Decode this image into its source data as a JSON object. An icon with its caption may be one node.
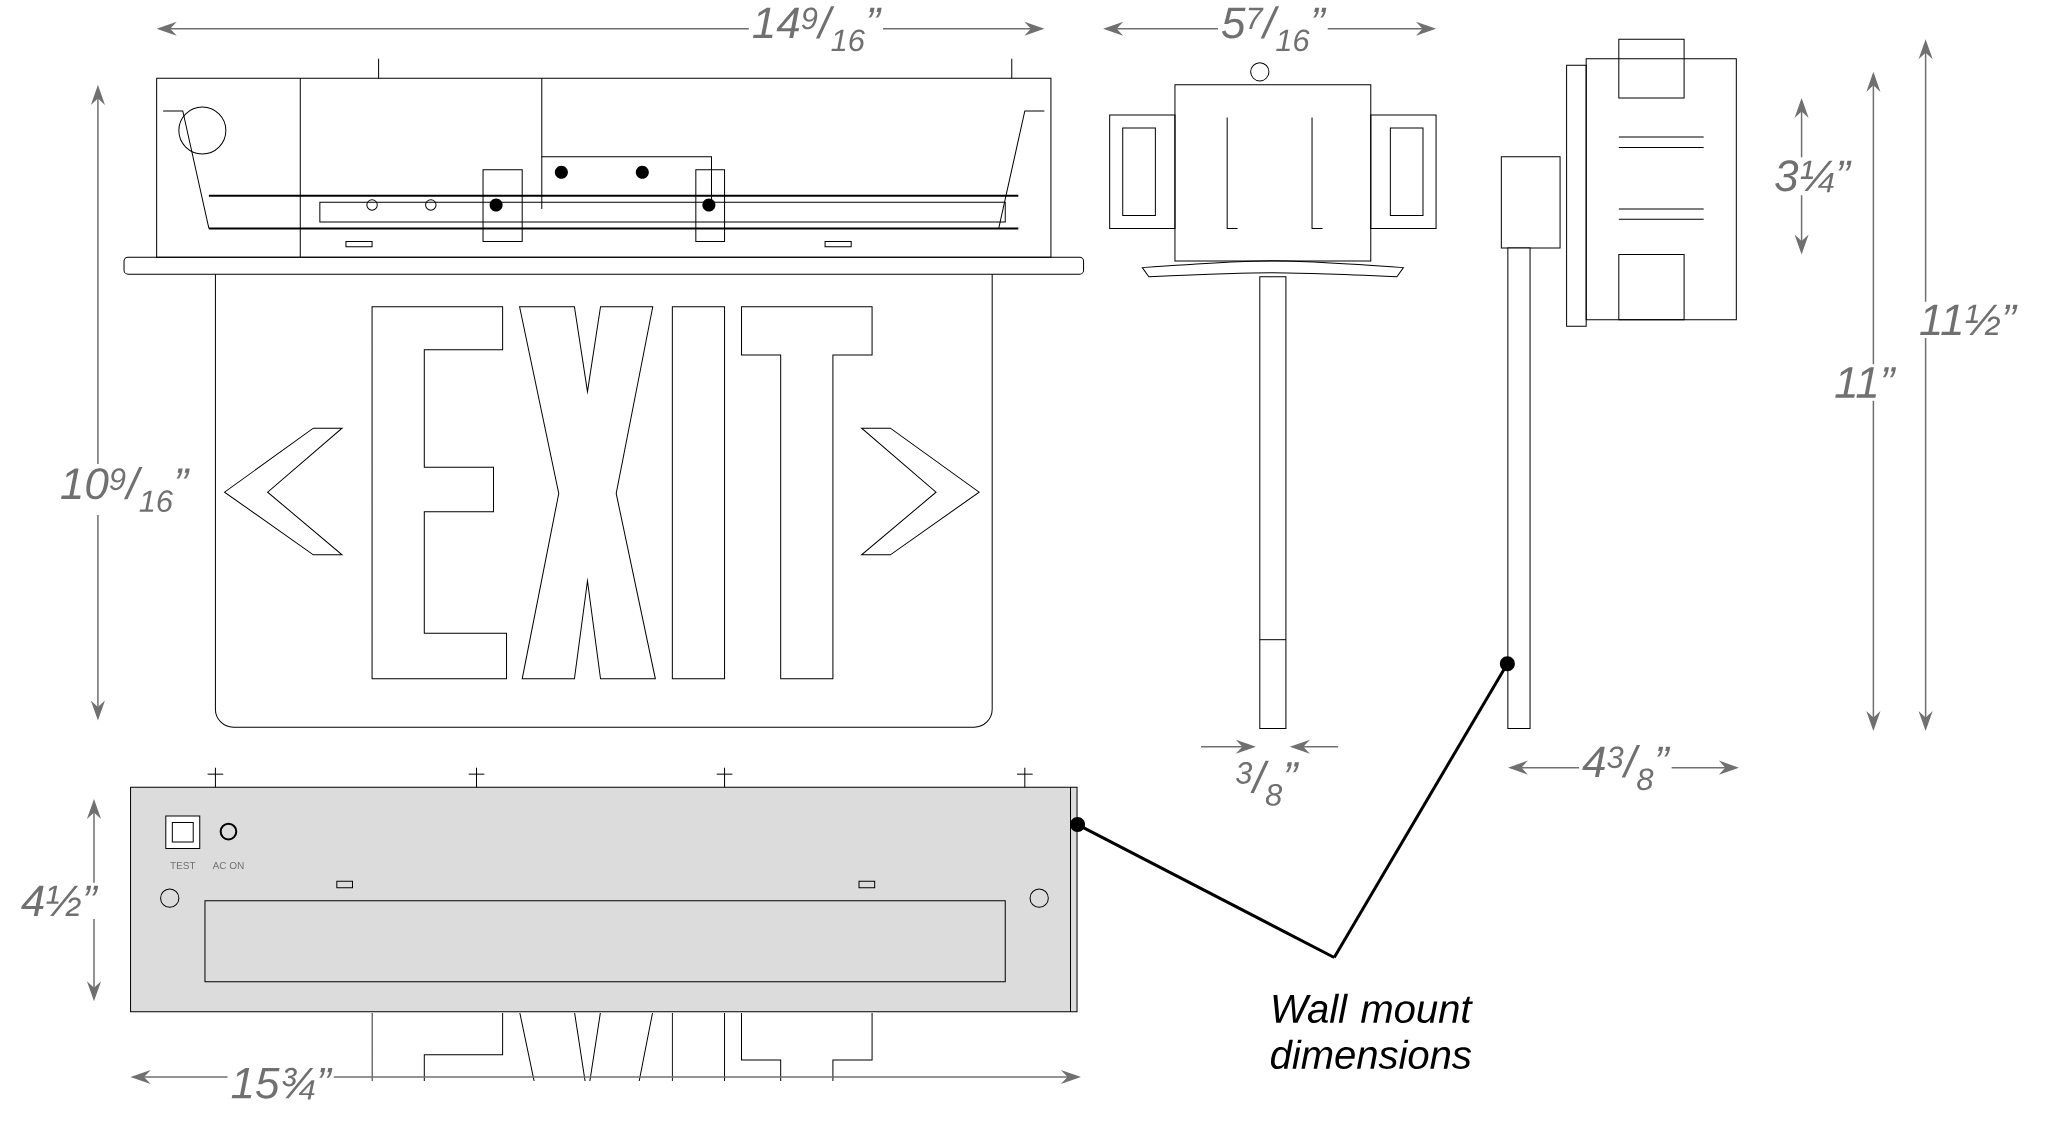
{
  "diagram": {
    "nodes": [
      {
        "text": [
          "Wall mount dimensions"
        ]
      },
      {
        "text": [],
        "shape": "picture"
      },
      {
        "text": [],
        "shape": "bar"
      }
    ],
    "edges": [
      {
        "from": 0,
        "to": 1,
        "arrow": "other"
      },
      {
        "from": 0,
        "to": 2,
        "arrow": "other"
      }
    ],
    "labels": [
      "14$^{9}$/$_{16}$”",
      "5$^{7}$/$_{16}$”",
      "3¼”",
      "11½”",
      "11”",
      "10$^{9}$/$_{16}$”",
      "$^{3}$/$_{8}$”",
      "4$^{3}$/$_{8}$”",
      "TEST",
      "AC ON",
      "4½”",
      "15¾”"
    ]
  }
}
